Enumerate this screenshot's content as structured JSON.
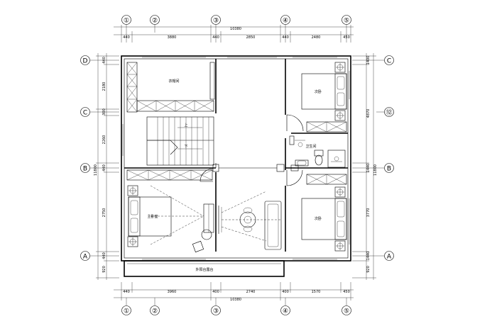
{
  "axes_top": [
    "①",
    "②",
    "③",
    "④",
    "⑤"
  ],
  "axes_bottom": [
    "①",
    "②",
    "③",
    "④",
    "⑤"
  ],
  "axes_left": [
    "D",
    "C",
    "B",
    "A"
  ],
  "axes_right": [
    "C",
    "⑫",
    "B",
    "A"
  ],
  "dims_top": {
    "total": "10380",
    "segments": [
      "440",
      "3880",
      "440",
      "2850",
      "440",
      "2480",
      "450"
    ]
  },
  "dims_bottom": {
    "total": "10380",
    "segments": [
      "440",
      "3960",
      "400",
      "2740",
      "400",
      "1570",
      "450"
    ]
  },
  "dims_left": [
    "440",
    "2180",
    "300",
    "2260",
    "440",
    "2750",
    "440",
    "920"
  ],
  "dims_left_total": "11800",
  "dims_right": [
    "1400",
    "4870",
    "1440",
    "3770",
    "1440",
    "920"
  ],
  "dims_right_total": "11800",
  "rooms": {
    "cloakroom": "衣帽间",
    "bedroom_nr": "次卧",
    "bathroom": "卫生间",
    "master_bedroom": "主卧室",
    "bedroom_sr": "次卧",
    "balcony": "外阳台露台"
  },
  "stair": {
    "up": "上",
    "down": "下"
  }
}
